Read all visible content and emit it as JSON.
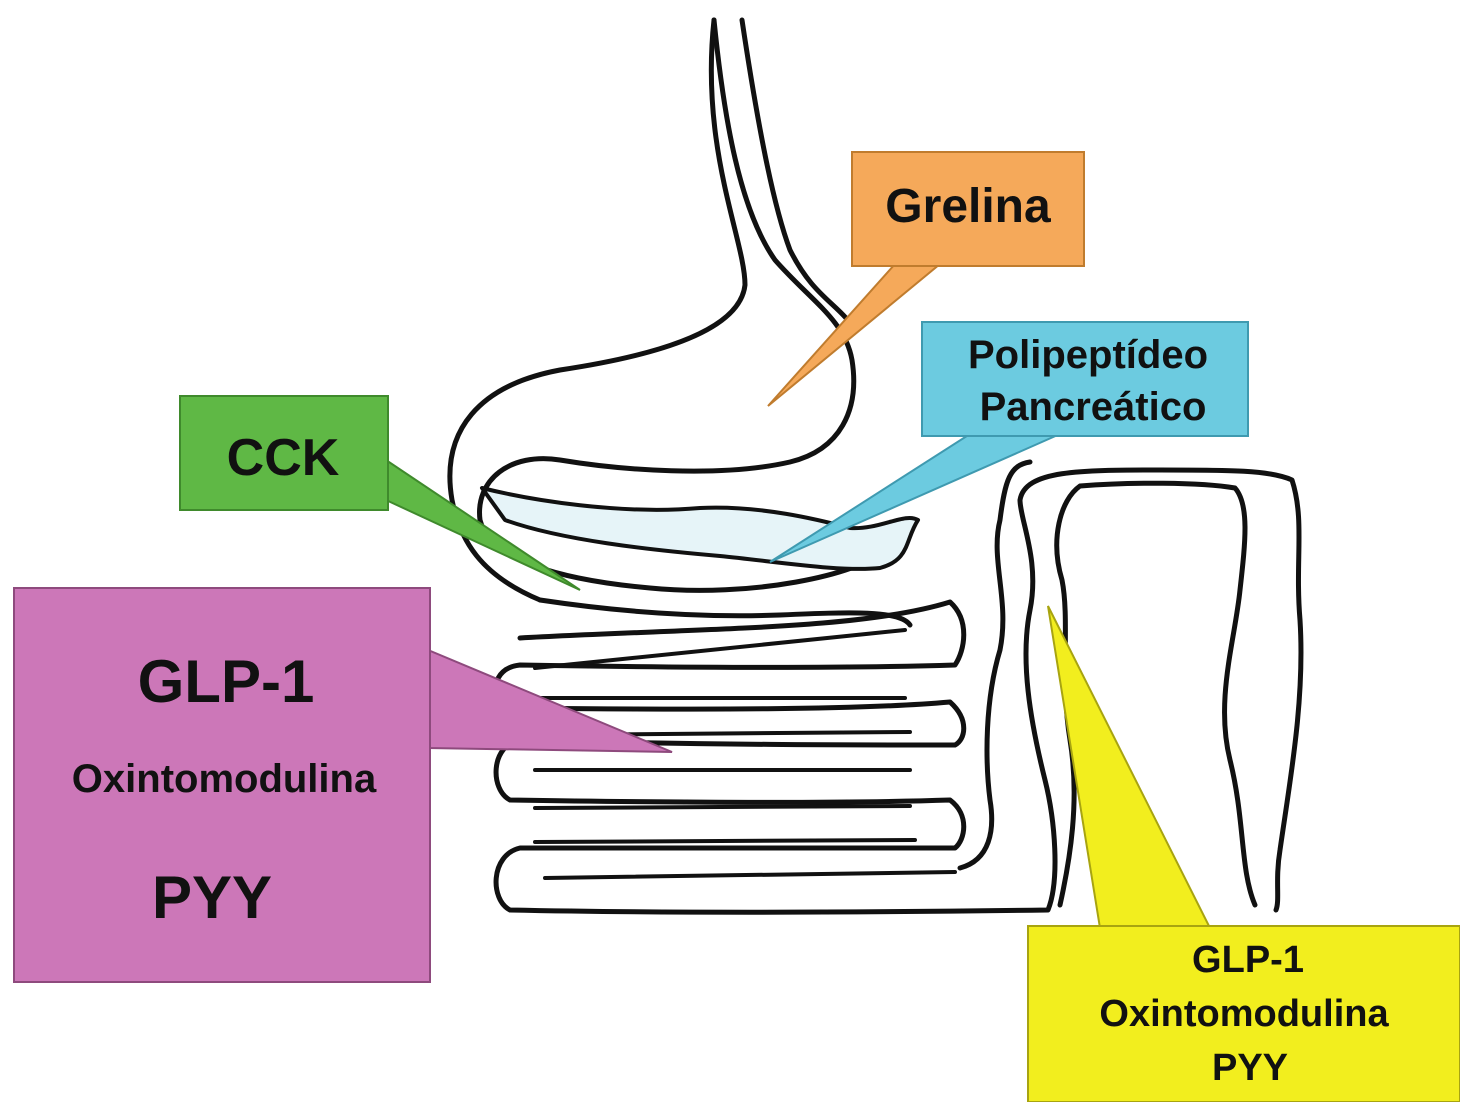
{
  "labels": {
    "grelina": "Grelina",
    "pp_line1": "Polipeptídeo",
    "pp_line2": "Pancreático",
    "cck": "CCK",
    "small_intestine": {
      "line1": "GLP-1",
      "line2": "Oxintomodulina",
      "line3": "PYY"
    },
    "colon": {
      "line1": "GLP-1",
      "line2": "Oxintomodulina",
      "line3": "PYY"
    }
  },
  "colors": {
    "grelina": "#f5a95a",
    "pancreatic": "#6ccbe0",
    "pancreas_fill": "#e6f4f8",
    "cck": "#5fb845",
    "small_intestine": "#cc77b8",
    "colon": "#f2ee1e",
    "outline": "#111111"
  }
}
